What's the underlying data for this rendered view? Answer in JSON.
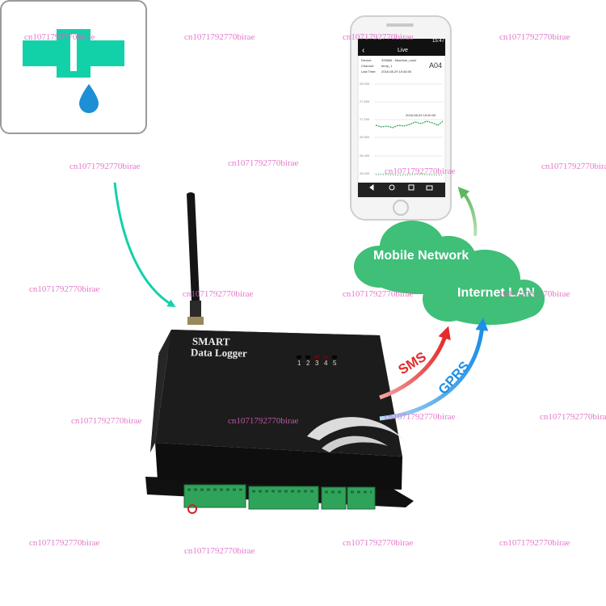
{
  "watermark": "cn1071792770birae",
  "device": {
    "title_line1": "SMART",
    "title_line2": "Data Logger",
    "led_labels": [
      "1",
      "2",
      "3",
      "4",
      "5"
    ]
  },
  "clouds": {
    "mobile_network": "Mobile Network",
    "internet_lan": "Internet LAN"
  },
  "links": {
    "sms": "SMS",
    "gprs": "GPRS"
  },
  "phone": {
    "status_time": "15:47",
    "header_title": "Live",
    "device_label": "Device:",
    "device_value": "333666 - Machine_room",
    "channel_label": "Channel:",
    "channel_value": "temp_1",
    "last_time_label": "Last Time:",
    "last_time_value": "2018-08-29 15:46:00",
    "channel_code": "A04",
    "y_ticks": [
      "28.000",
      "27.600",
      "27.200",
      "26.800",
      "26.400",
      "26.000"
    ],
    "point_label": "2018-08-29 15:40:00"
  },
  "colors": {
    "teal": "#12d1a9",
    "water_blue": "#1c8fd6",
    "cloud_green": "#3fbf77",
    "sms_red": "#e52b2b",
    "gprs_blue": "#1e8fe6",
    "arrow_green": "#5cb85c",
    "device_body": "#1e1e1e",
    "terminal_green": "#2fa35a"
  }
}
